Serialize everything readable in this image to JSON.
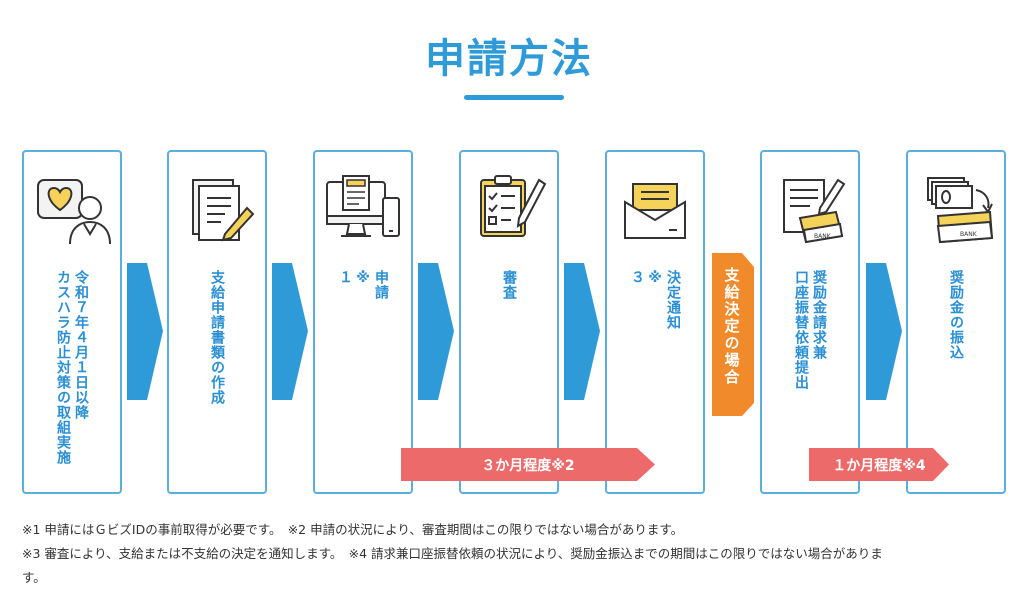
{
  "title": "申請方法",
  "steps": [
    {
      "label": "令和７年４月１日以降\nカスハラ防止対策の取組実施",
      "icon": "heart-person-icon"
    },
    {
      "label": "支給申請書類の作成",
      "icon": "document-pen-icon"
    },
    {
      "label": "申請\n※\n１",
      "icon": "computer-devices-icon"
    },
    {
      "label": "審査",
      "icon": "checklist-clipboard-icon"
    },
    {
      "label": "決定通知\n※\n３",
      "icon": "envelope-icon"
    },
    {
      "label": "奨励金請求兼\n口座振替依頼提出",
      "icon": "bank-form-pen-icon"
    },
    {
      "label": "奨励金の振込",
      "icon": "bank-transfer-icon"
    }
  ],
  "decision_label": "支給決定の場合",
  "periods": [
    {
      "label": "３か月程度※2"
    },
    {
      "label": "１か月程度※4"
    }
  ],
  "notes": {
    "line1": "※1 申請にはＧビズIDの事前取得が必要です。　※2 申請の状況により、審査期間はこの限りではない場合があります。",
    "line2": "※3 審査により、支給または不支給の決定を通知します。　※4 請求兼口座振替依頼の状況により、奨励金振込までの期間はこの限りではない場合がありま",
    "line3": "す。"
  },
  "colors": {
    "accent_blue": "#2f9ad8",
    "card_border": "#5aaee0",
    "decision_orange": "#f08a2a",
    "period_red": "#ec6a6a"
  }
}
